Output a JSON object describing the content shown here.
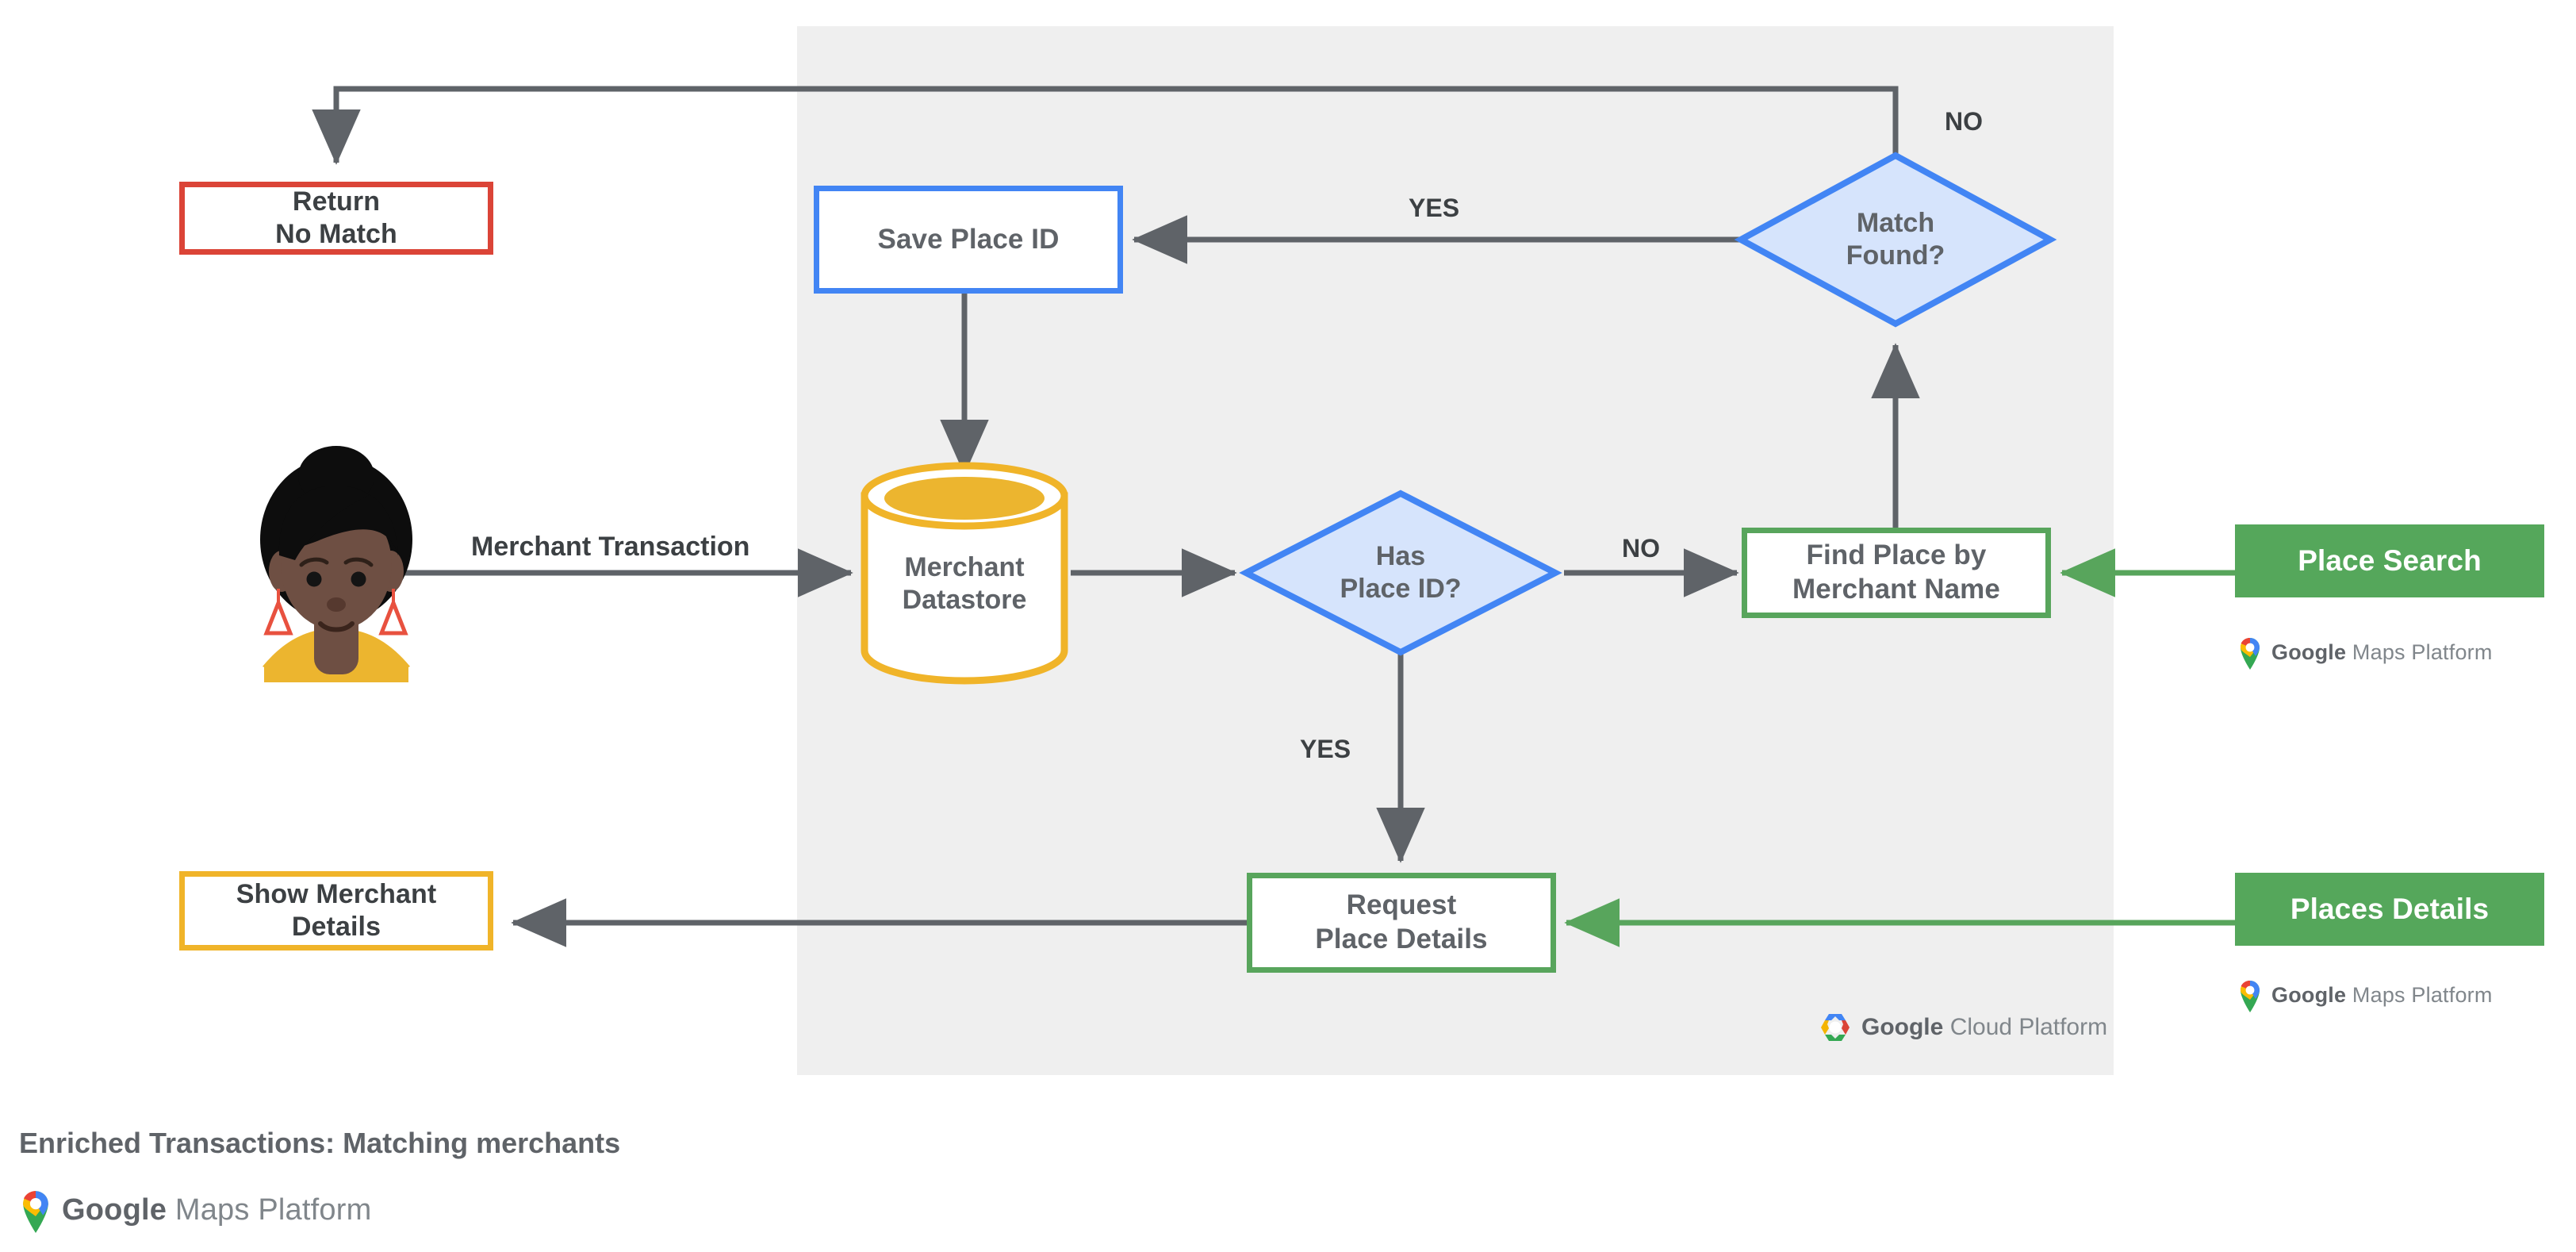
{
  "footer": {
    "title": "Enriched Transactions: Matching merchants",
    "brand_bold": "Google",
    "brand_light": "Maps Platform"
  },
  "panel": {
    "label": "google-cloud-platform-region",
    "background_color": "#EFEFEF",
    "cloud_logo_bold": "Google",
    "cloud_logo_light": "Cloud Platform"
  },
  "colors": {
    "red": "#DB4437",
    "blue": "#4285F4",
    "blue_fill": "#D6E4FC",
    "green": "#58A55C",
    "green_solid": "#55A75B",
    "amber": "#F0B429",
    "edge_gray": "#5f6368",
    "panel_gray": "#EFEFEF"
  },
  "nodes": {
    "return_no_match": {
      "label": "Return\nNo Match",
      "shape": "rect",
      "color": "#DB4437"
    },
    "save_place_id": {
      "label": "Save Place ID",
      "shape": "rect",
      "color": "#4285F4"
    },
    "match_found": {
      "label": "Match\nFound?",
      "shape": "diamond",
      "color": "#4285F4"
    },
    "merchant_datastore": {
      "label": "Merchant\nDatastore",
      "shape": "cylinder",
      "color": "#F0B429"
    },
    "has_place_id": {
      "label": "Has\nPlace ID?",
      "shape": "diamond",
      "color": "#4285F4"
    },
    "find_place": {
      "label": "Find Place by\nMerchant Name",
      "shape": "rect",
      "color": "#58A55C"
    },
    "request_place_details": {
      "label": "Request\nPlace Details",
      "shape": "rect",
      "color": "#58A55C"
    },
    "show_merchant_details": {
      "label": "Show Merchant\nDetails",
      "shape": "rect",
      "color": "#F0B429"
    },
    "place_search": {
      "label": "Place Search",
      "shape": "rect-solid",
      "color": "#55A75B"
    },
    "places_details": {
      "label": "Places Details",
      "shape": "rect-solid",
      "color": "#55A75B"
    }
  },
  "edge_labels": {
    "merchant_transaction": "Merchant Transaction",
    "yes_match_found": "YES",
    "no_match_found": "NO",
    "no_has_place_id": "NO",
    "yes_has_place_id": "YES"
  },
  "lockups": {
    "place_search_brand_bold": "Google",
    "place_search_brand_light": "Maps Platform",
    "places_details_brand_bold": "Google",
    "places_details_brand_light": "Maps Platform"
  },
  "avatar": {
    "name": "user-avatar",
    "skin_color": "#6E4F43",
    "hair_color": "#0D0D0D",
    "shirt_color": "#F0B429",
    "earring_color": "#E8513F"
  }
}
